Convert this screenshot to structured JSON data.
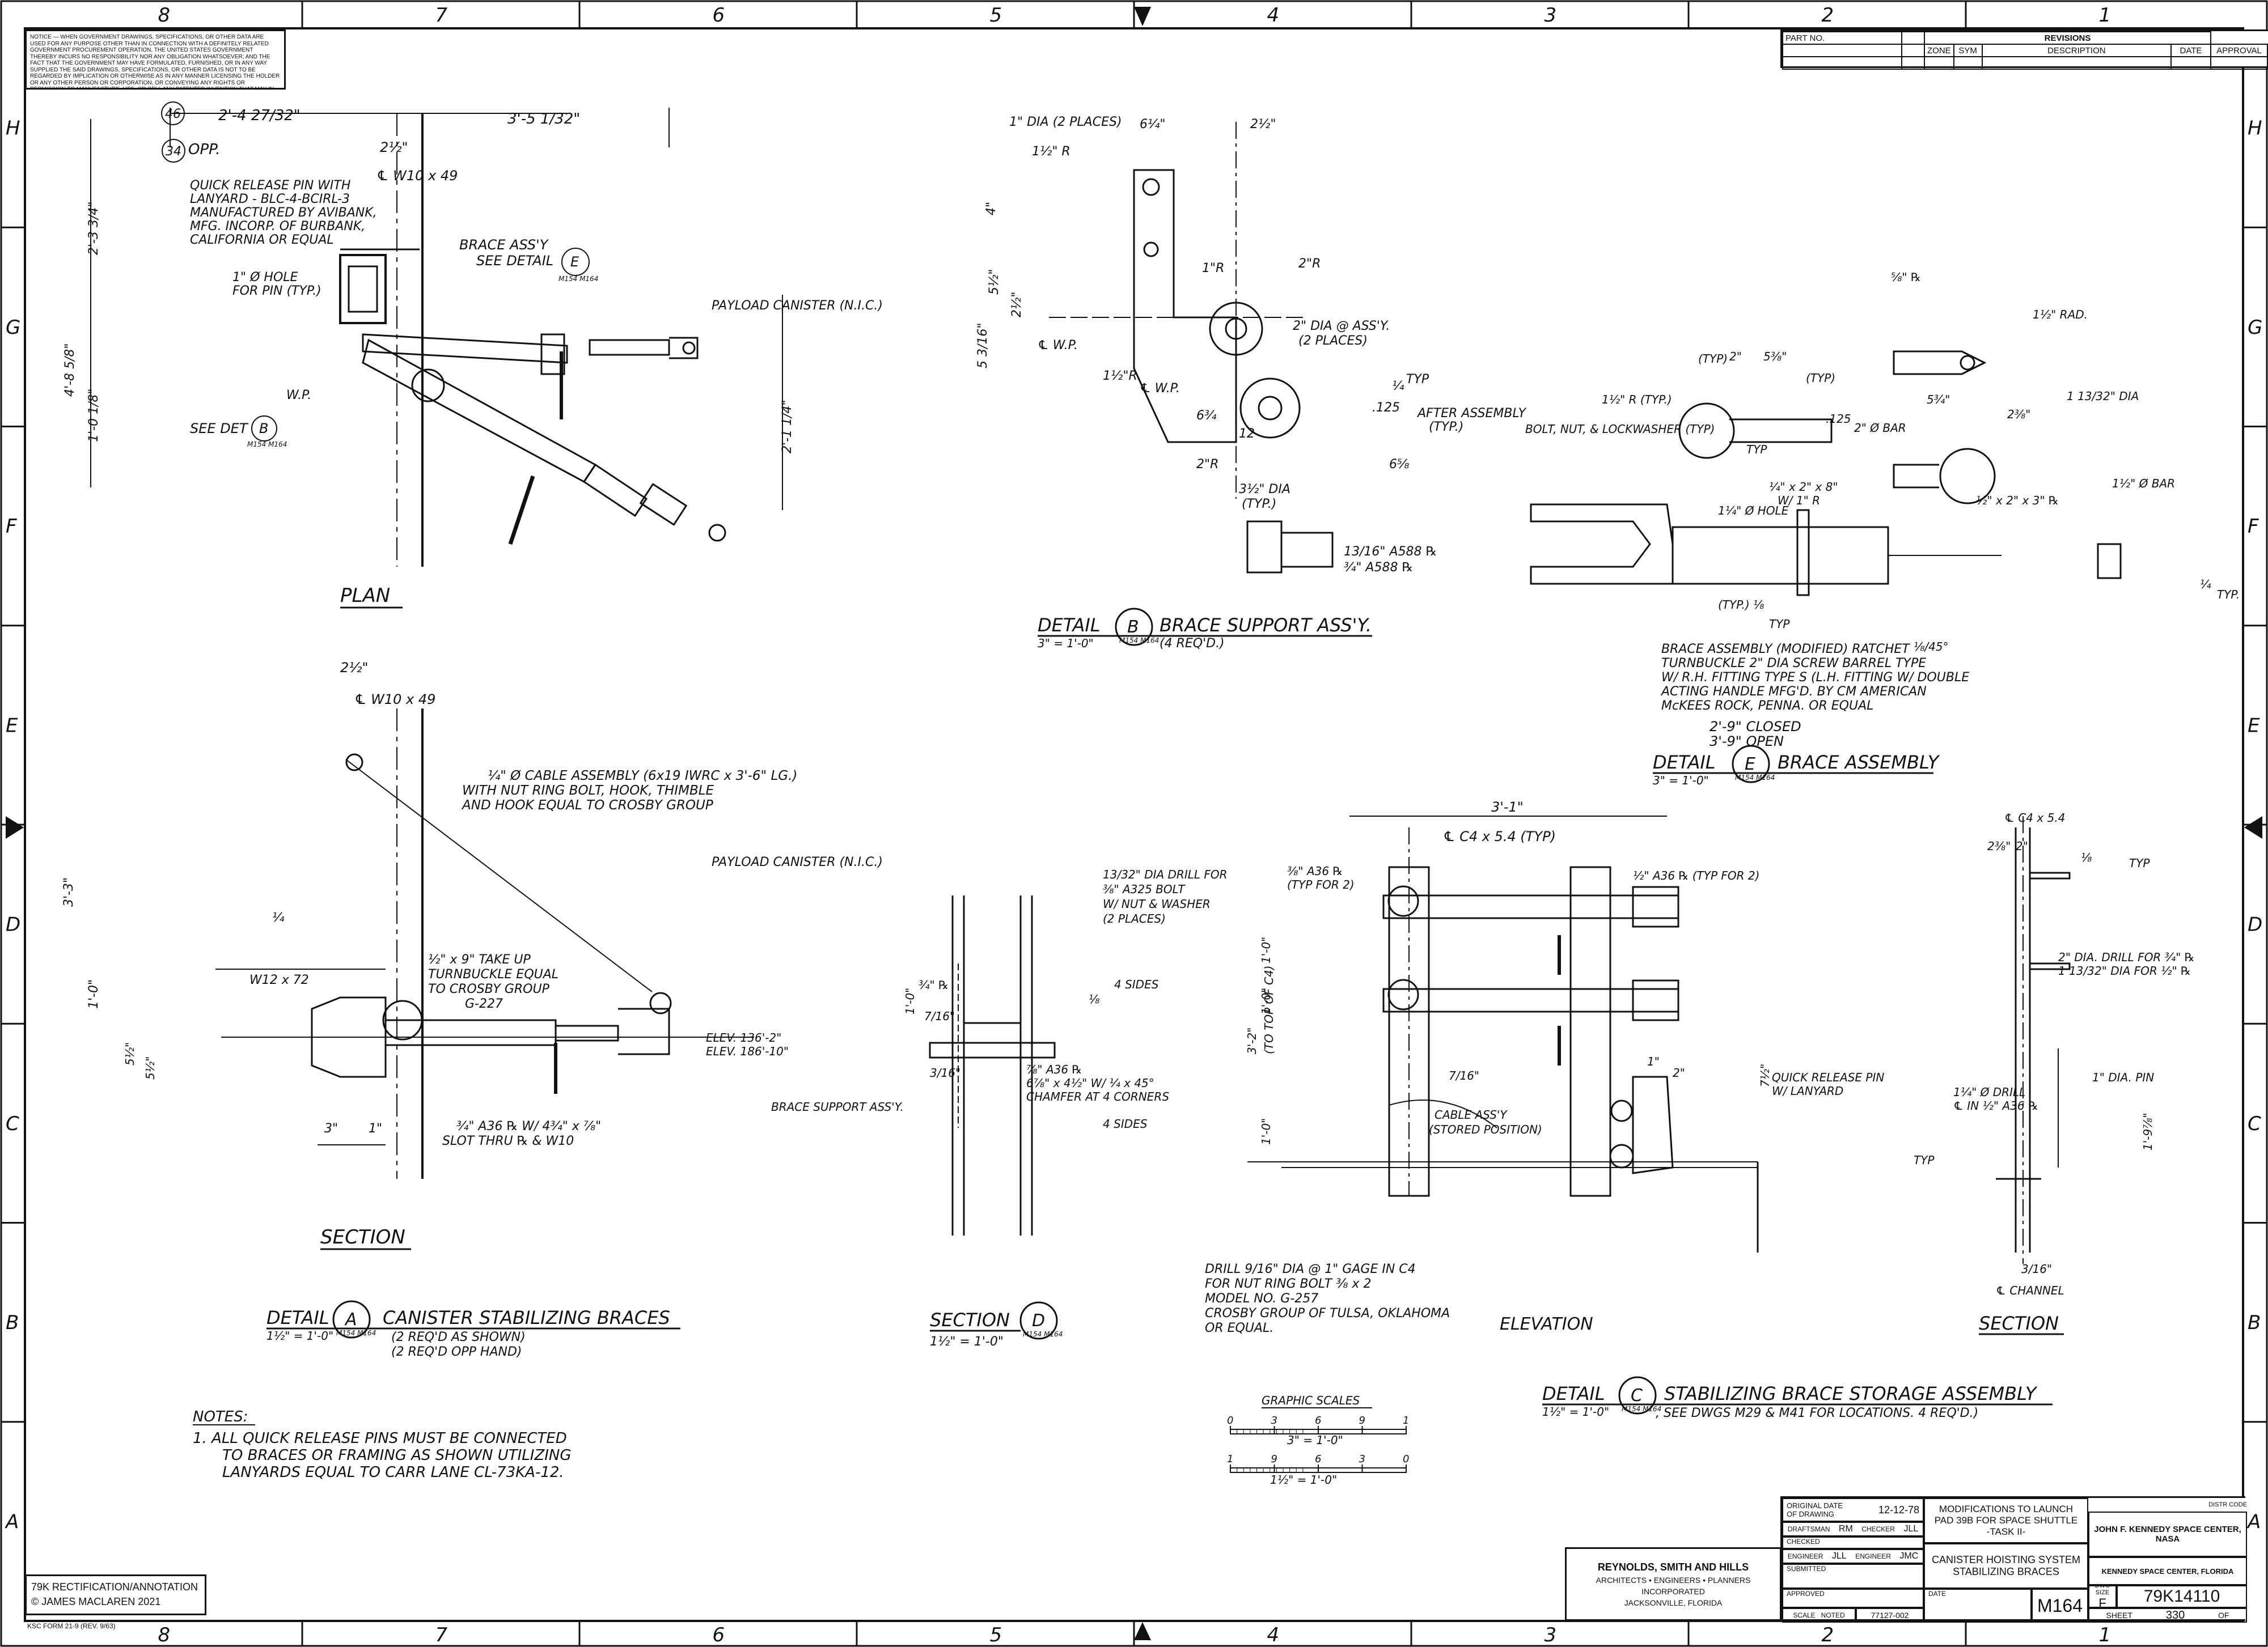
{
  "sheet": {
    "col_zones": [
      "8",
      "7",
      "6",
      "5",
      "4",
      "3",
      "2",
      "1"
    ],
    "row_zones": [
      "H",
      "G",
      "F",
      "E",
      "D",
      "C",
      "B",
      "A"
    ]
  },
  "notice_text": "NOTICE — WHEN GOVERNMENT DRAWINGS, SPECIFICATIONS, OR OTHER DATA ARE USED FOR ANY PURPOSE OTHER THAN IN CONNECTION WITH A DEFINITELY RELATED GOVERNMENT PROCUREMENT OPERATION, THE UNITED STATES GOVERNMENT THEREBY INCURS NO RESPONSIBILITY NOR ANY OBLIGATION WHATSOEVER; AND THE FACT THAT THE GOVERNMENT MAY HAVE FORMULATED, FURNISHED, OR IN ANY WAY SUPPLIED THE SAID DRAWINGS, SPECIFICATIONS, OR OTHER DATA IS NOT TO BE REGARDED BY IMPLICATION OR OTHERWISE AS IN ANY MANNER LICENSING THE HOLDER OR ANY OTHER PERSON OR CORPORATION, OR CONVEYING ANY RIGHTS OR PERMISSION TO MANUFACTURE, USE, OR SELL ANY PATENTED INVENTION THAT MAY IN ANY WAY BE RELATED THERETO",
  "revisions": {
    "part_no": "PART NO.",
    "title": "REVISIONS",
    "cols": [
      "ZONE",
      "SYM",
      "DESCRIPTION",
      "DATE",
      "APPROVAL"
    ]
  },
  "plan": {
    "title": "PLAN",
    "dim_top1": "2'-4 27/32\"",
    "dim_top2": "3'-5 1/32\"",
    "opp": "OPP.",
    "num_46": "46",
    "num_34": "34",
    "dim_2_half": "2½\"",
    "wid_beam": "℄ W10 x 49",
    "pin_note": [
      "QUICK RELEASE PIN WITH",
      "LANYARD - BLC-4-BCIRL-3",
      "MANUFACTURED BY AVIBANK,",
      "MFG. INCORP. OF BURBANK,",
      "CALIFORNIA OR EQUAL"
    ],
    "brace_ref": [
      "BRACE ASS'Y",
      "SEE DETAIL"
    ],
    "detail_e_letter": "E",
    "detail_e_sheets": "M154 M164",
    "hole_note": [
      "1\" Ø HOLE",
      "FOR PIN (TYP.)"
    ],
    "payload": "PAYLOAD CANISTER (N.I.C.)",
    "wp": "W.P.",
    "see_det_b": "SEE DET",
    "detail_b_letter": "B",
    "detail_b_sheets": "M154 M164",
    "vertical_dims": [
      "2'-3 3/4\"",
      "4'-8 5/8\"",
      "1'-0 1/8\"",
      "2'-1 1/4\""
    ]
  },
  "detail_b": {
    "title": "DETAIL",
    "letter": "B",
    "name": "BRACE SUPPORT ASS'Y.",
    "scale": "3\" = 1'-0\"",
    "sheets": "M154 M164",
    "qty": "(4 REQ'D.)",
    "labels": [
      "1\" DIA (2 PLACES)",
      "1½\" R",
      "6¼\"",
      "2½\"",
      "1\"R",
      "2\"R",
      "2\" DIA @ ASS'Y.",
      "(2 PLACES)",
      "℄ W.P.",
      "1½\"R",
      "℄ W.P.",
      "¼",
      "TYP",
      "AFTER ASSEMBLY",
      "(TYP.)",
      "2\"R",
      "6¾",
      "6⅝",
      "12",
      "3½\" DIA",
      "(TYP.)",
      "13/16\" A588 ℞",
      "¾\" A588 ℞",
      "4\"",
      "5½\"",
      "2½\"",
      "5 3/16\"",
      ".125"
    ]
  },
  "detail_e": {
    "title": "DETAIL",
    "letter": "E",
    "name": "BRACE ASSEMBLY",
    "scale": "3\" = 1'-0\"",
    "sheets": "M154 M164",
    "labels": [
      "⅝\" ℞",
      "1½\" RAD.",
      "1 13/32\" DIA",
      "5¾\"",
      "2⅜\"",
      "(TYP)",
      "2\"",
      "5⅜\"",
      "(TYP)",
      "1½\" R (TYP.)",
      ".125",
      "2\" Ø BAR",
      "BOLT, NUT, & LOCKWASHER (TYP)",
      "TYP",
      "¼\" x 2\" x 8\"",
      "W/ 1\" R",
      "1¼\" Ø HOLE",
      "1½\" Ø BAR",
      "½\" x 2\" x 3\" ℞",
      "(TYP.) ⅛",
      "TYP",
      "⅛/45°",
      "¼",
      "TYP."
    ],
    "brace_note": [
      "BRACE ASSEMBLY (MODIFIED) RATCHET",
      "TURNBUCKLE 2\" DIA SCREW BARREL TYPE",
      "W/ R.H. FITTING TYPE S (L.H. FITTING W/ DOUBLE",
      "ACTING HANDLE MFG'D. BY CM AMERICAN",
      "McKEES ROCK, PENNA. OR EQUAL"
    ],
    "closed": "2'-9\" CLOSED",
    "open": "3'-9\" OPEN"
  },
  "section_a": {
    "title": "SECTION",
    "beam": "℄ W10 x 49",
    "dim_2_half": "2½\"",
    "cable_note": [
      "¼\" Ø CABLE ASSEMBLY (6x19 IWRC x 3'-6\" LG.)",
      "WITH NUT RING BOLT, HOOK, THIMBLE",
      "AND HOOK EQUAL TO CROSBY GROUP"
    ],
    "payload": "PAYLOAD CANISTER (N.I.C.)",
    "turnbuckle": [
      "½\" x 9\" TAKE UP",
      "TURNBUCKLE EQUAL",
      "TO CROSBY GROUP",
      "G-227"
    ],
    "w12": "W12 x 72",
    "elev1": "ELEV. 136'-2\"",
    "elev2": "ELEV. 186'-10\"",
    "slot_note": [
      "¾\" A36 ℞ W/ 4¾\" x ⅞\"",
      "SLOT THRU ℞ & W10"
    ],
    "dims": [
      "3'-3\"",
      "1'-0\"",
      "5½\"",
      "5½\"",
      "3\"",
      "1\"",
      "¼"
    ]
  },
  "detail_a": {
    "title": "DETAIL",
    "letter": "A",
    "name": "CANISTER STABILIZING BRACES",
    "scale": "1½\" = 1'-0\"",
    "sheets": "M154 M164",
    "qty1": "(2 REQ'D AS SHOWN)",
    "qty2": "(2 REQ'D OPP HAND)"
  },
  "section_d": {
    "title": "SECTION",
    "letter": "D",
    "scale": "1½\" = 1'-0\"",
    "sheets": "M154 M164",
    "drill": [
      "13/32\" DIA DRILL FOR",
      "⅜\" A325 BOLT",
      "W/ NUT & WASHER",
      "(2 PLACES)"
    ],
    "labels": [
      "1'-0\"",
      "¾\" ℞",
      "⅛",
      "4 SIDES",
      "7/16\"",
      "3/16\"",
      "⅞\" A36 ℞",
      "6⅞\" x 4½\" W/ ¼ x 45°",
      "CHAMFER AT 4 CORNERS",
      "4 SIDES",
      "BRACE SUPPORT ASS'Y."
    ]
  },
  "detail_c": {
    "title": "DETAIL",
    "letter": "C",
    "name": "STABILIZING BRACE STORAGE ASSEMBLY",
    "scale": "1½\" = 1'-0\"",
    "sheets": "M154 M164",
    "refs": ", SEE DWGS M29 & M41 FOR LOCATIONS. 4 REQ'D.)",
    "elevation": "ELEVATION",
    "dim_top": "3'-1\"",
    "c4": "℄ C4 x 5.4 (TYP)",
    "labels": [
      "⅜\" A36 ℞",
      "(TYP FOR 2)",
      "½\" A36 ℞ (TYP FOR 2)",
      "1'-0\"",
      "3'-2\"",
      "(TO TOP OF C4)",
      "1'-0\"",
      "1'-0\"",
      "7/16\"",
      "1\"",
      "2\"",
      "7½\"",
      "QUICK RELEASE PIN",
      "W/ LANYARD",
      "CABLE ASS'Y",
      "(STORED POSITION)"
    ],
    "drill_note": [
      "DRILL 9/16\" DIA @ 1\" GAGE IN C4",
      "FOR NUT RING BOLT ⅜ x 2",
      "MODEL NO. G-257",
      "CROSBY GROUP OF TULSA, OKLAHOMA",
      "OR EQUAL."
    ]
  },
  "section_right": {
    "title": "SECTION",
    "labels": [
      "℄ C4 x 5.4",
      "2⅜\"",
      "2\"",
      "⅛",
      "TYP",
      "2\" DIA. DRILL FOR ¾\" ℞",
      "1 13/32\" DIA FOR ½\" ℞",
      "1¼\" Ø DRILL",
      "℄ IN ½\" A36 ℞",
      "1\" DIA. PIN",
      "1'-9⅞\"",
      "TYP",
      "3/16\"",
      "℄ CHANNEL"
    ]
  },
  "notes": {
    "title": "NOTES:",
    "items": [
      "1.   ALL QUICK RELEASE PINS MUST BE CONNECTED",
      "TO BRACES OR FRAMING AS SHOWN UTILIZING",
      "LANYARDS EQUAL TO CARR LANE CL-73KA-12."
    ]
  },
  "graphic_scales": {
    "title": "GRAPHIC SCALES",
    "scale1_ticks": [
      "0",
      "3",
      "6",
      "9",
      "1"
    ],
    "scale1_label": "3\" = 1'-0\"",
    "scale2_ticks": [
      "1",
      "9",
      "6",
      "3",
      "0"
    ],
    "scale2_label": "1½\" = 1'-0\""
  },
  "title_block": {
    "original_date_label": "ORIGINAL DATE OF DRAWING",
    "original_date": "12-12-78",
    "drafter_label": "DRAFTSMAN",
    "drafter": "RM",
    "checker_label": "CHECKER",
    "checker": "JLL",
    "checked_label": "CHECKED",
    "engineer_label": "ENGINEER",
    "engineer": "JLL",
    "engineer2_label": "ENGINEER",
    "engineer2": "JMC",
    "submitted_label": "SUBMITTED",
    "approved_label": "APPROVED",
    "date_label": "DATE",
    "scale_label": "SCALE",
    "scale": "NOTED",
    "project_no": "77127-002",
    "sheet_id": "M164",
    "proj_line1": "MODIFICATIONS TO LAUNCH",
    "proj_line2": "PAD 39B   FOR SPACE SHUTTLE",
    "proj_line3": "-TASK II-",
    "title1": "CANISTER HOISTING SYSTEM",
    "title2": "STABILIZING BRACES",
    "agency": "JOHN F. KENNEDY SPACE CENTER, NASA",
    "agency2": "KENNEDY SPACE CENTER, FLORIDA",
    "size_label": "DWG SIZE",
    "size": "F",
    "dwg_no": "79K14110",
    "sheet_label": "SHEET",
    "sheet_no": "330",
    "of_label": "OF",
    "dist_code": "DISTR CODE"
  },
  "firm": {
    "name": "REYNOLDS, SMITH AND HILLS",
    "line2": "ARCHITECTS • ENGINEERS • PLANNERS",
    "line3": "INCORPORATED",
    "line4": "JACKSONVILLE, FLORIDA"
  },
  "credit": {
    "line1": "79K RECTIFICATION/ANNOTATION",
    "line2": "© JAMES MACLAREN 2021"
  },
  "form_no": "KSC FORM 21-9 (REV. 9/63)"
}
